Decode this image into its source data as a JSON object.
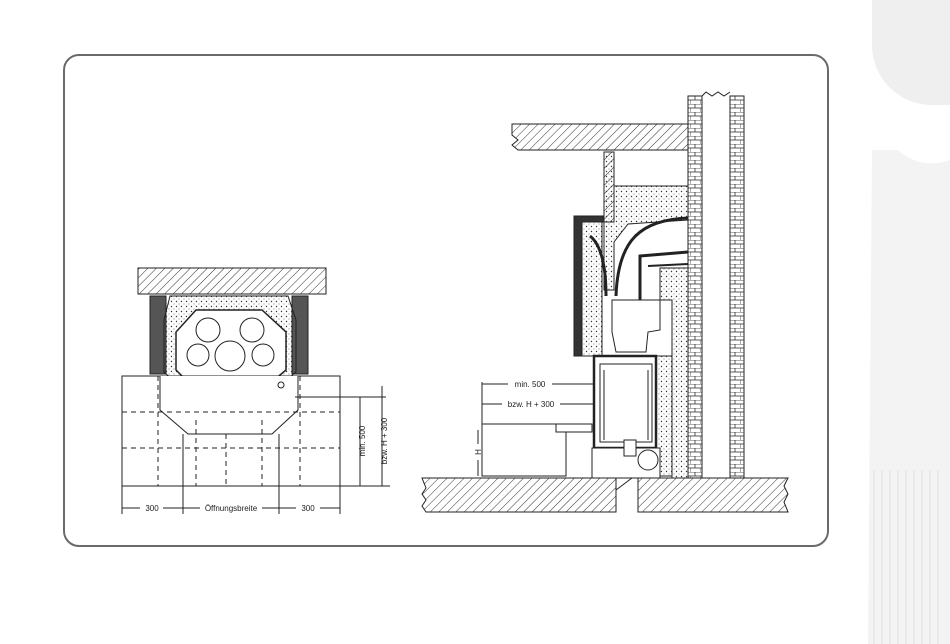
{
  "labels": {
    "left_dim_300_left": "300",
    "left_dim_opening": "Öffnungsbreite",
    "left_dim_300_right": "300",
    "left_dim_min500": "min. 500",
    "left_dim_h300": "bzw. H + 300",
    "right_dim_min500": "min. 500",
    "right_dim_h300": "bzw. H + 300",
    "right_dim_h": "H"
  },
  "colors": {
    "frame": "#6a6a6a",
    "line": "#222222",
    "deco": "#efefef"
  }
}
